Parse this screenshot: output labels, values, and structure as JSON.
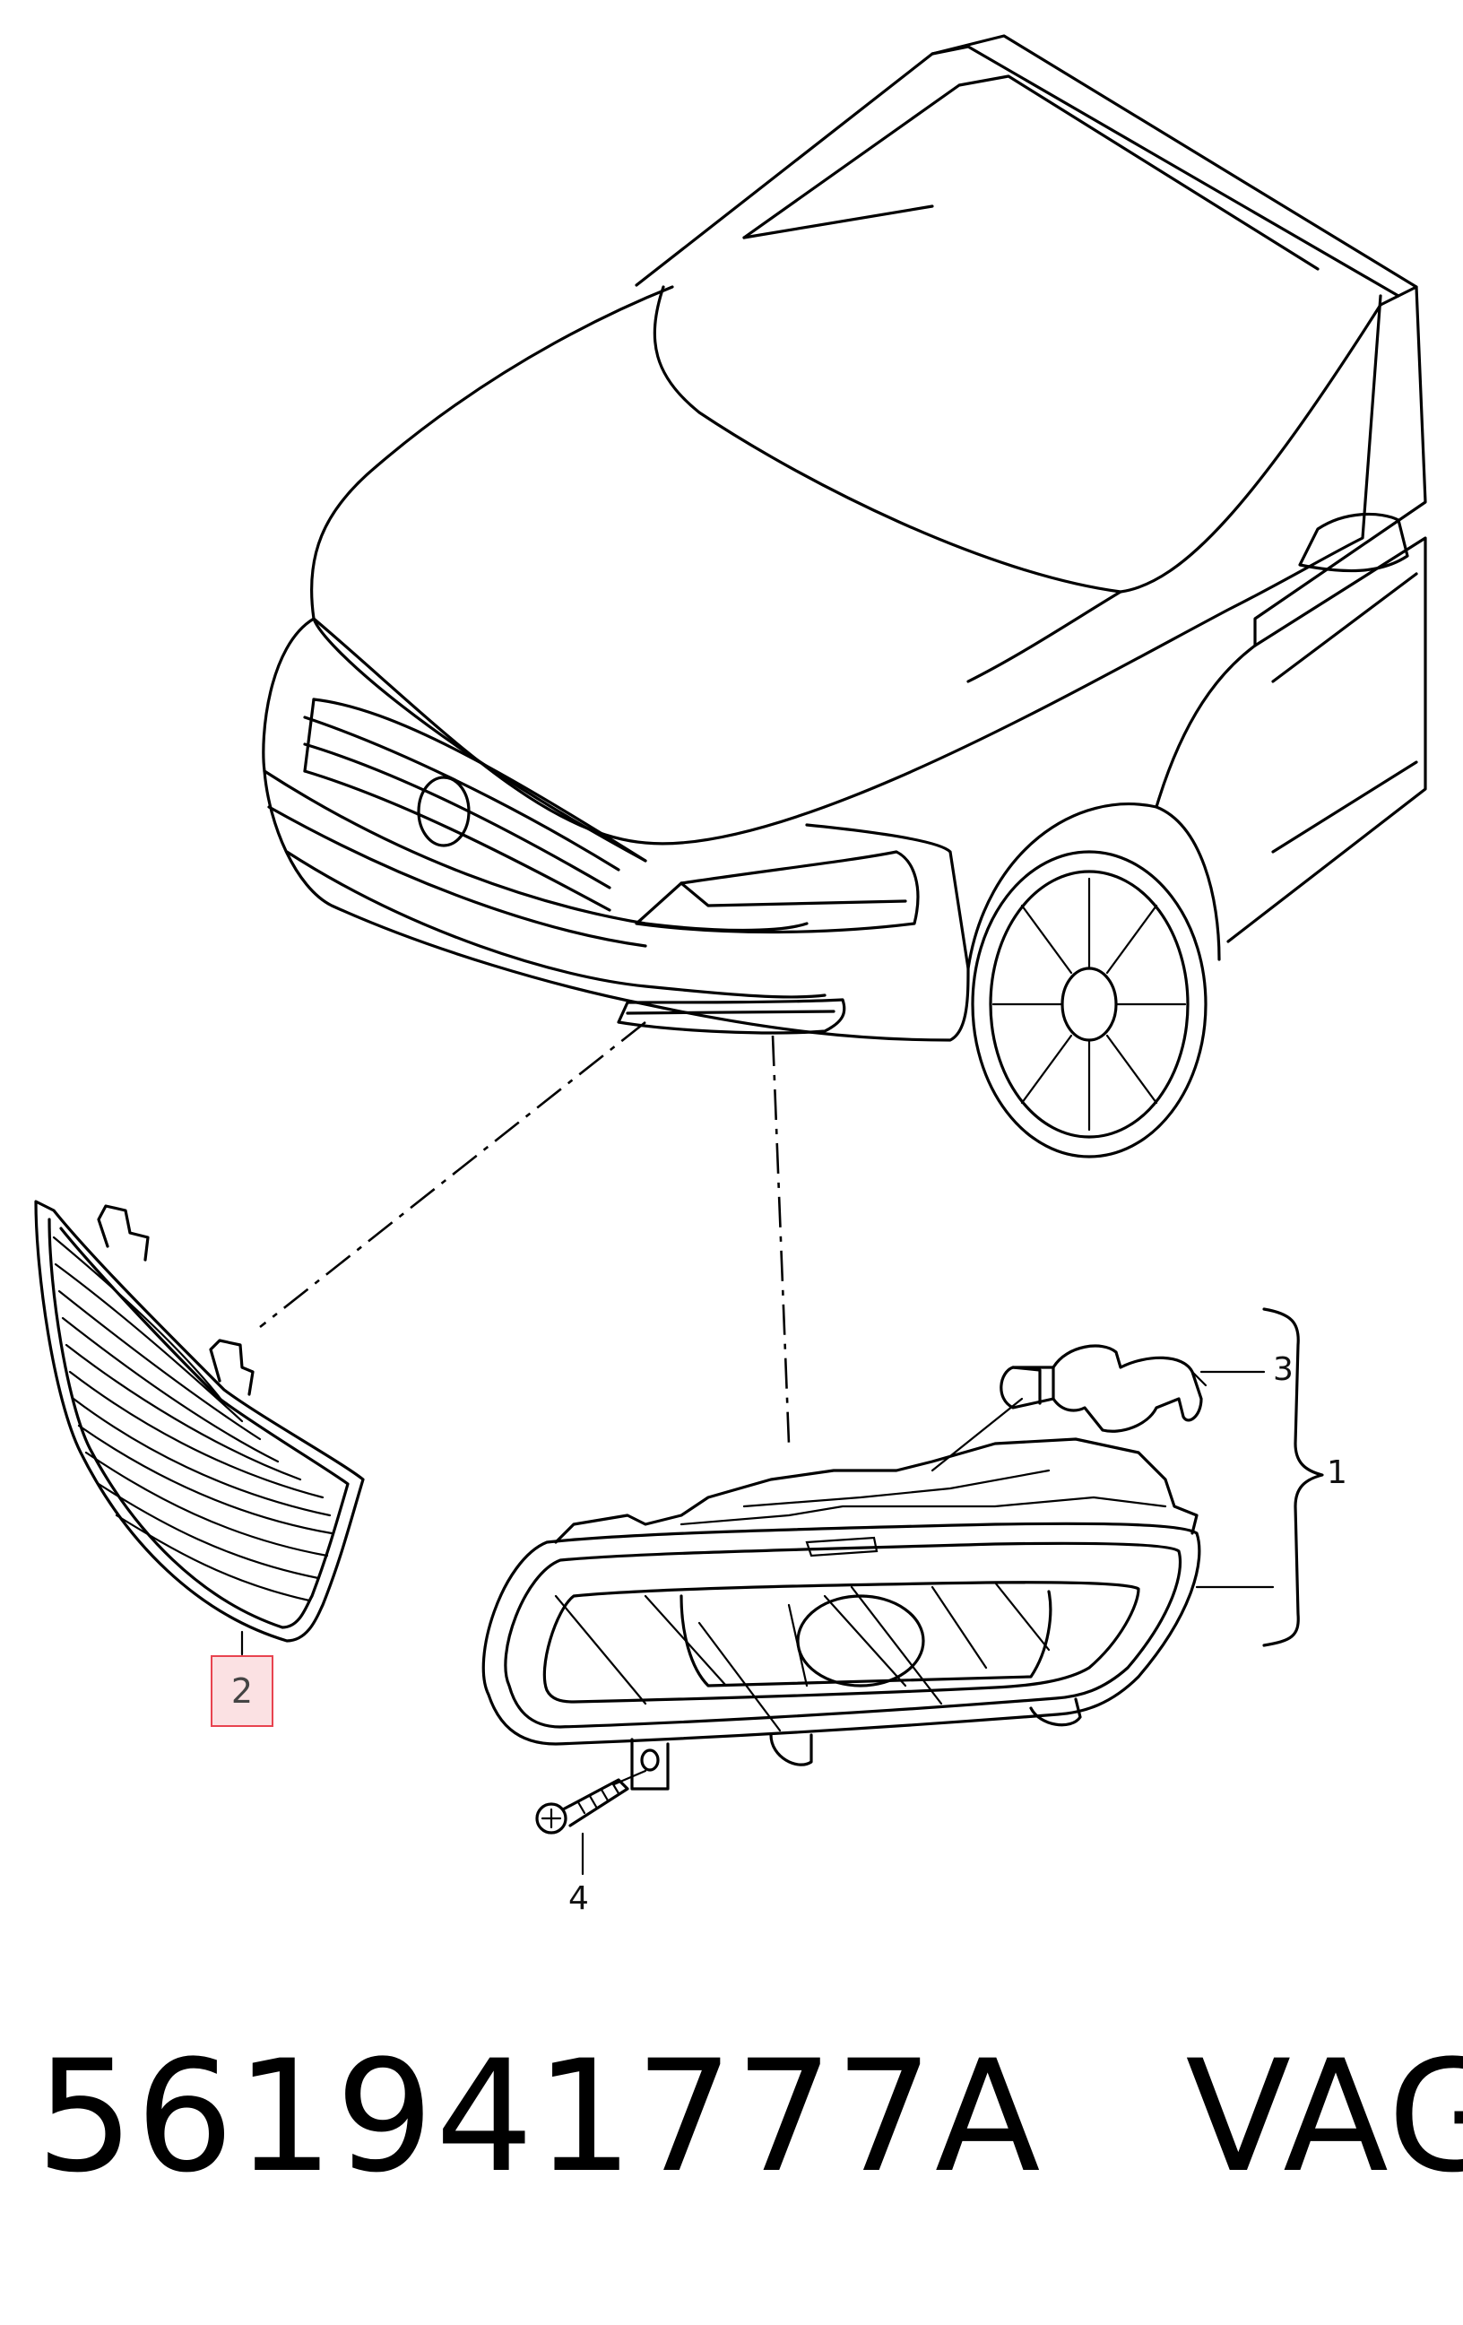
{
  "callouts": {
    "c1": "1",
    "c2": "2",
    "c3": "3",
    "c4": "4"
  },
  "highlight": {
    "callout": "2",
    "fill_color": "#fbe1e3",
    "border_color": "#e8434f"
  },
  "footer": {
    "part_number": "561941777A",
    "brand": "VAG"
  }
}
